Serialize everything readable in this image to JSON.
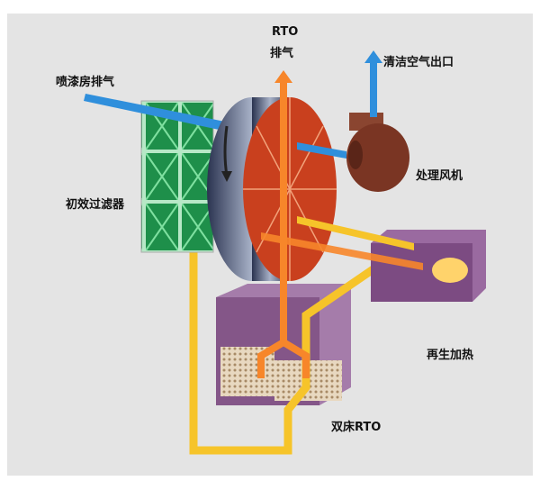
{
  "labels": {
    "rto_exhaust_line1": "RTO",
    "rto_exhaust_line2": "排气",
    "clean_air_outlet": "清洁空气出口",
    "paint_booth_exhaust": "喷漆房排气",
    "process_fan": "处理风机",
    "primary_filter": "初效过滤器",
    "regeneration_heating": "再生加热",
    "dual_bed_rto": "双床RTO"
  },
  "colors": {
    "background": "#e4e4e4",
    "clean_air": "#2f8fdc",
    "hot_gas": "#f7862a",
    "regen_pipe": "#f6c42a",
    "filter": "#1e8f4a",
    "wheel_face": "#c9401e",
    "fan": "#7a3523",
    "box": "#9a6aa0"
  }
}
